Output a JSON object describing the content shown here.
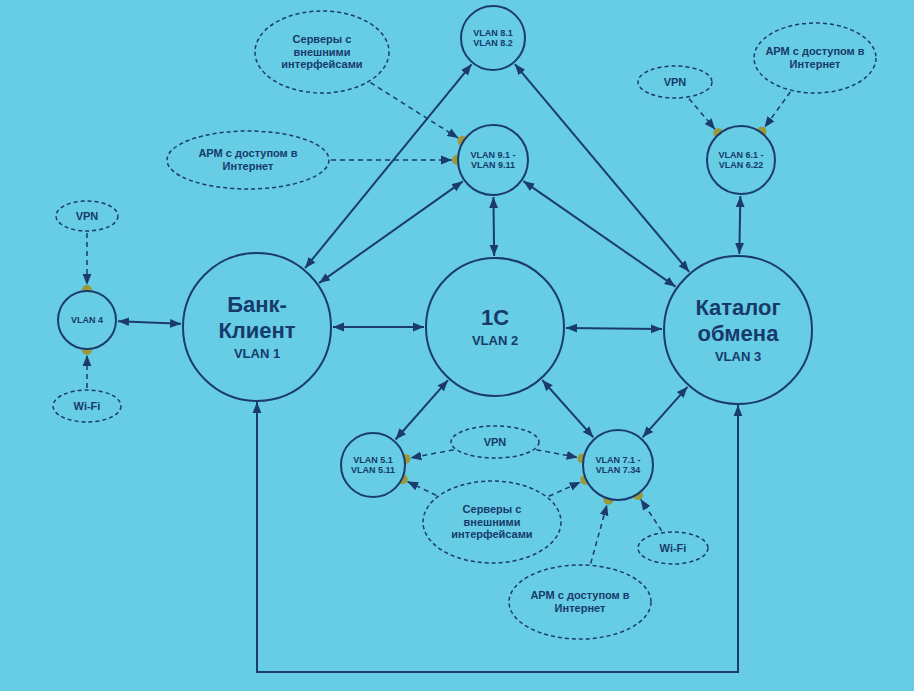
{
  "diagram": {
    "nodes": [
      {
        "text": [
          "VLAN 8.1 VLAN 8.2"
        ]
      },
      {
        "text": [
          "Серверы с внешними интерфейсами"
        ]
      },
      {
        "text": [
          "АРМ с доступом в Интернет"
        ]
      },
      {
        "text": [
          "VPN"
        ]
      },
      {
        "text": [
          "АРМ с доступом в Интернет"
        ]
      },
      {
        "text": [
          "VLAN 9.1 - VLAN 9.11"
        ]
      },
      {
        "text": [
          "VLAN 6.1 - VLAN 6.22"
        ]
      },
      {
        "text": [
          "VPN"
        ]
      },
      {
        "text": [
          "VLAN 4"
        ]
      },
      {
        "text": [
          "Банк-Клиент",
          "VLAN 1"
        ]
      },
      {
        "text": [
          "1С",
          "VLAN 2"
        ]
      },
      {
        "text": [
          "Каталог обмена",
          "VLAN 3"
        ]
      },
      {
        "text": [
          "Wi-Fi"
        ]
      },
      {
        "text": [
          "VLAN 5.1 VLAN 5.11"
        ]
      },
      {
        "text": [
          "VPN"
        ]
      },
      {
        "text": [
          "VLAN 7.1 - VLAN 7.34"
        ]
      },
      {
        "text": [
          "Серверы с внешними интерфейсами"
        ]
      },
      {
        "text": [
          "Wi-Fi"
        ]
      },
      {
        "text": [
          "АРМ с доступом в Интернет"
        ]
      }
    ],
    "edges": [
      {
        "from": 8,
        "to": 9,
        "arrow": "both"
      },
      {
        "from": 9,
        "to": 10,
        "arrow": "both"
      },
      {
        "from": 10,
        "to": 11,
        "arrow": "both"
      },
      {
        "from": 9,
        "to": 0,
        "arrow": "both"
      },
      {
        "from": 9,
        "to": 5,
        "arrow": "both"
      },
      {
        "from": 10,
        "to": 5,
        "arrow": "both"
      },
      {
        "from": 11,
        "to": 5,
        "arrow": "both"
      },
      {
        "from": 11,
        "to": 0,
        "arrow": "both"
      },
      {
        "from": 11,
        "to": 6,
        "arrow": "both"
      },
      {
        "from": 10,
        "to": 13,
        "arrow": "both"
      },
      {
        "from": 10,
        "to": 15,
        "arrow": "both"
      },
      {
        "from": 11,
        "to": 15,
        "arrow": "both"
      },
      {
        "from": 9,
        "to": 11,
        "arrow": "both"
      },
      {
        "from": 1,
        "to": 5,
        "arrow": "to"
      },
      {
        "from": 4,
        "to": 5,
        "arrow": "to"
      },
      {
        "from": 3,
        "to": 6,
        "arrow": "to"
      },
      {
        "from": 2,
        "to": 6,
        "arrow": "to"
      },
      {
        "from": 7,
        "to": 8,
        "arrow": "to"
      },
      {
        "from": 12,
        "to": 8,
        "arrow": "to"
      },
      {
        "from": 14,
        "to": 13,
        "arrow": "to"
      },
      {
        "from": 14,
        "to": 15,
        "arrow": "to"
      },
      {
        "from": 16,
        "to": 13,
        "arrow": "to"
      },
      {
        "from": 16,
        "to": 15,
        "arrow": "to"
      },
      {
        "from": 17,
        "to": 15,
        "arrow": "to"
      },
      {
        "from": 18,
        "to": 15,
        "arrow": "to"
      }
    ]
  }
}
